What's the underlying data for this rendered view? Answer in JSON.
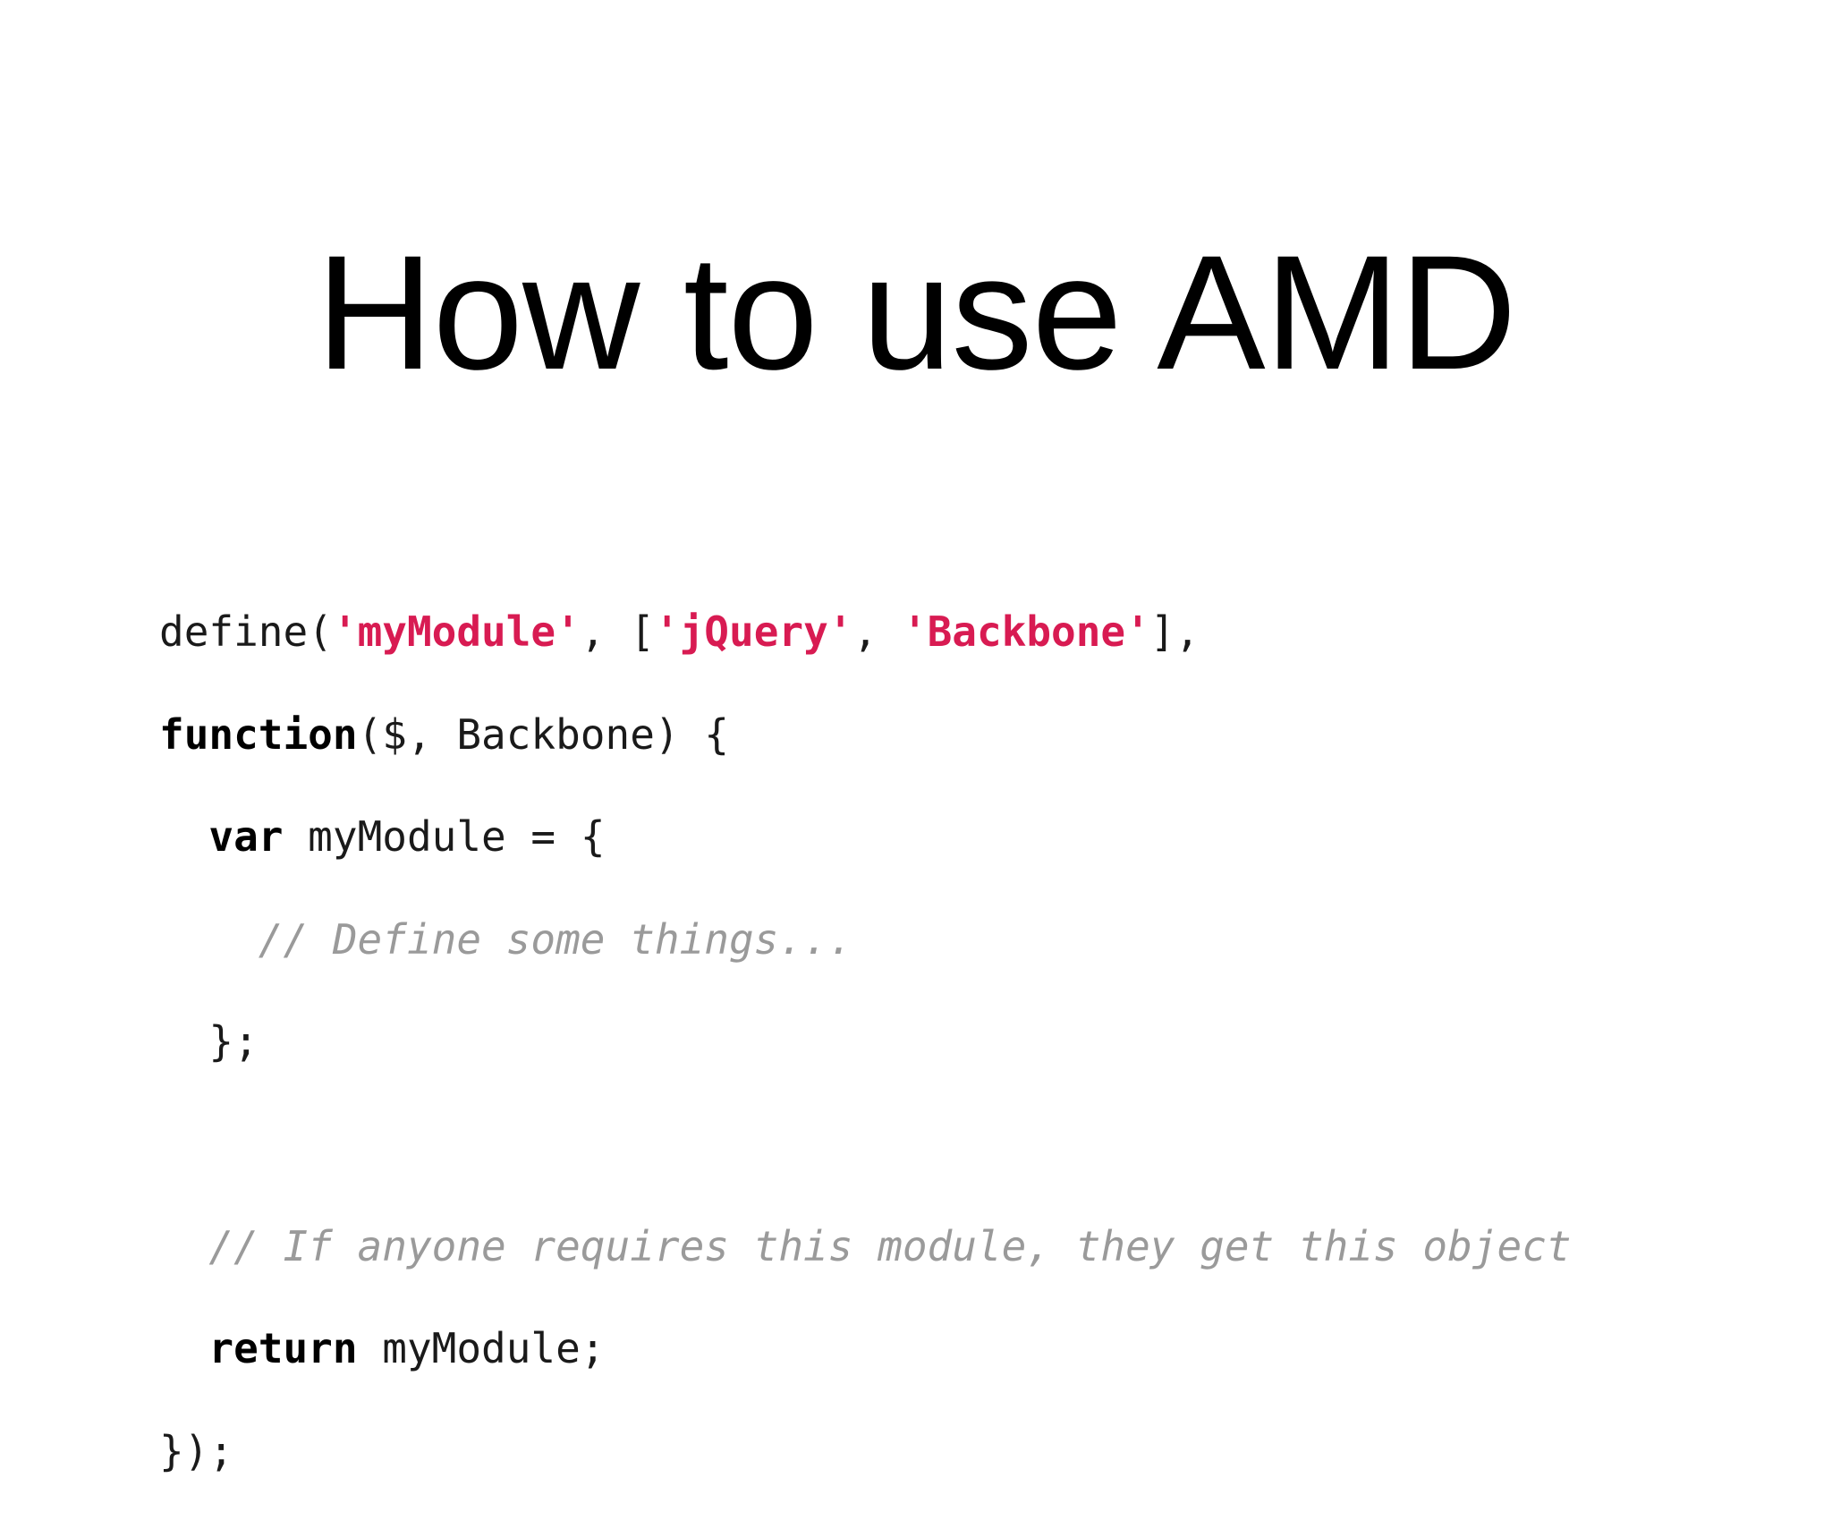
{
  "slide": {
    "title": "How to use AMD",
    "background_color": "#ffffff",
    "title_color": "#000000"
  },
  "theme": {
    "string_color": "#d81b52",
    "comment_color": "#9a9a9a",
    "keyword_color": "#000000",
    "plain_color": "#1a1a1a"
  },
  "code": {
    "language": "javascript",
    "full_text": "define('myModule', ['jQuery', 'Backbone'],\nfunction($, Backbone) {\n  var myModule = {\n    // Define some things...\n  };\n\n  // If anyone requires this module, they get this object\n  return myModule;\n});",
    "lines": [
      {
        "index": 1,
        "text": "define('myModule', ['jQuery', 'Backbone'],",
        "tokens": [
          {
            "t": "define(",
            "k": "plain"
          },
          {
            "t": "'myModule'",
            "k": "string"
          },
          {
            "t": ", [",
            "k": "plain"
          },
          {
            "t": "'jQuery'",
            "k": "string"
          },
          {
            "t": ", ",
            "k": "plain"
          },
          {
            "t": "'Backbone'",
            "k": "string"
          },
          {
            "t": "],",
            "k": "plain"
          }
        ]
      },
      {
        "index": 2,
        "text": "function($, Backbone) {",
        "tokens": [
          {
            "t": "function",
            "k": "keyword"
          },
          {
            "t": "($, Backbone) {",
            "k": "plain"
          }
        ]
      },
      {
        "index": 3,
        "text": "  var myModule = {",
        "tokens": [
          {
            "t": "  ",
            "k": "plain"
          },
          {
            "t": "var",
            "k": "keyword"
          },
          {
            "t": " myModule = {",
            "k": "plain"
          }
        ]
      },
      {
        "index": 4,
        "text": "    // Define some things...",
        "tokens": [
          {
            "t": "    ",
            "k": "plain"
          },
          {
            "t": "// Define some things...",
            "k": "comment"
          }
        ]
      },
      {
        "index": 5,
        "text": "  };",
        "tokens": [
          {
            "t": "  };",
            "k": "plain"
          }
        ]
      },
      {
        "index": 6,
        "text": "",
        "tokens": []
      },
      {
        "index": 7,
        "text": "  // If anyone requires this module, they get this object",
        "tokens": [
          {
            "t": "  ",
            "k": "plain"
          },
          {
            "t": "// If anyone requires this module, they get this object",
            "k": "comment"
          }
        ]
      },
      {
        "index": 8,
        "text": "  return myModule;",
        "tokens": [
          {
            "t": "  ",
            "k": "plain"
          },
          {
            "t": "return",
            "k": "keyword"
          },
          {
            "t": " myModule;",
            "k": "plain"
          }
        ]
      },
      {
        "index": 9,
        "text": "});",
        "tokens": [
          {
            "t": "});",
            "k": "plain"
          }
        ]
      }
    ]
  }
}
